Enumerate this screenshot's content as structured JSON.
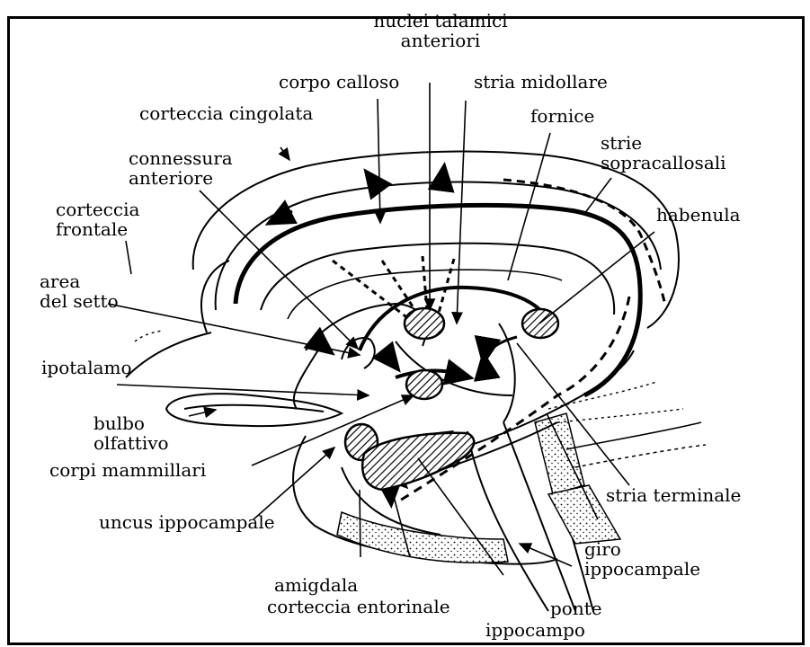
{
  "labels": {
    "nuclei_talamici_anteriori": [
      "nuclei talamici",
      "anteriori"
    ],
    "corpo_calloso": "corpo calloso",
    "stria_midollare": "stria midollare",
    "corteccia_cingolata": "corteccia cingolata",
    "fornice": "fornice",
    "strie_sopracallosali": [
      "strie",
      "sopracallosali"
    ],
    "connessura_anteriore": [
      "connessura",
      "anteriore"
    ],
    "corteccia_frontale": [
      "corteccia",
      "frontale"
    ],
    "habenula": "habenula",
    "area_del_setto": [
      "area",
      "del setto"
    ],
    "ipotalamo": "ipotalamo",
    "bulbo_olfattivo": [
      "bulbo",
      "olfattivo"
    ],
    "corpi_mammillari": "corpi mammillari",
    "uncus_ippocampale": "uncus ippocampale",
    "stria_terminale": "stria terminale",
    "giro_ippocampale": [
      "giro",
      "ippocampale"
    ],
    "amigdala": "amigdala",
    "corteccia_entorinale": "corteccia entorinale",
    "ponte": "ponte",
    "ippocampo": "ippocampo"
  }
}
